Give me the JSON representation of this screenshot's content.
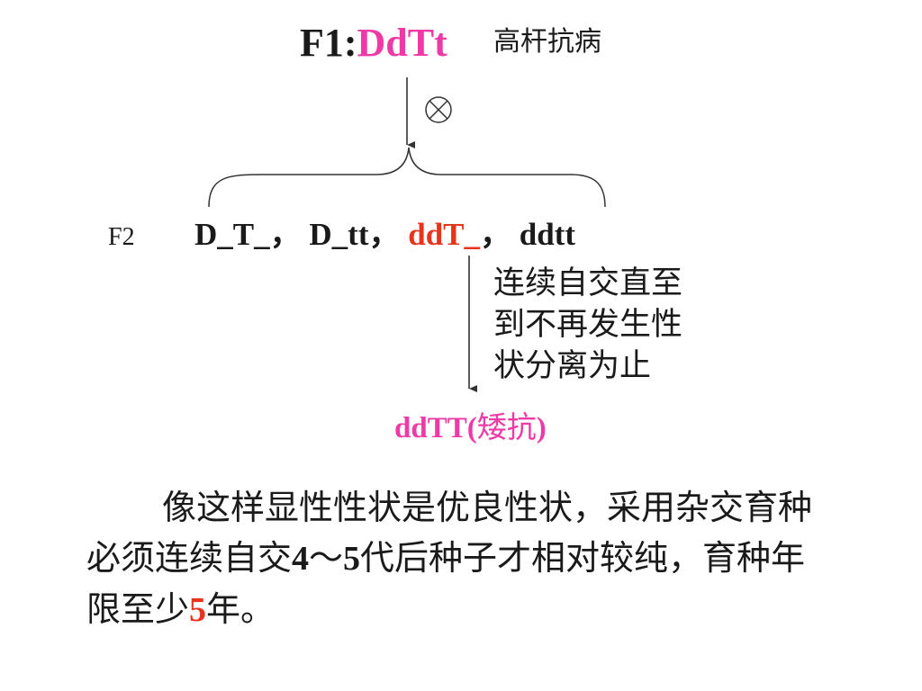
{
  "colors": {
    "text": "#1a1a1a",
    "pink": "#ee3aa6",
    "red": "#e8341c",
    "line": "#333333"
  },
  "icons": {
    "selfing": "circled-times-icon"
  },
  "f1": {
    "prefix": "F1:",
    "genotype": "DdTt",
    "phenotype": "高杆抗病"
  },
  "f2": {
    "label": "F2",
    "genotypes": [
      {
        "text": "D_T_",
        "sep": "，"
      },
      {
        "text": "D_tt",
        "sep": "，"
      },
      {
        "text": "ddT_",
        "sep": "，"
      },
      {
        "text": "ddtt",
        "sep": ""
      }
    ]
  },
  "note": {
    "lines": [
      "连续自交直至",
      "到不再发生性",
      "状分离为止"
    ]
  },
  "result": {
    "genotype": "ddTT",
    "open": "(",
    "phenotype": "矮抗",
    "close": ")"
  },
  "paragraph": {
    "part1": "像这样显性性状是优良性状，采用杂交育种必须连续自交",
    "num1": "4",
    "tilde": "～",
    "num2": "5",
    "part2": "代后种子才相对较纯，育种年限至少",
    "num3": "5",
    "part3": "年。"
  }
}
